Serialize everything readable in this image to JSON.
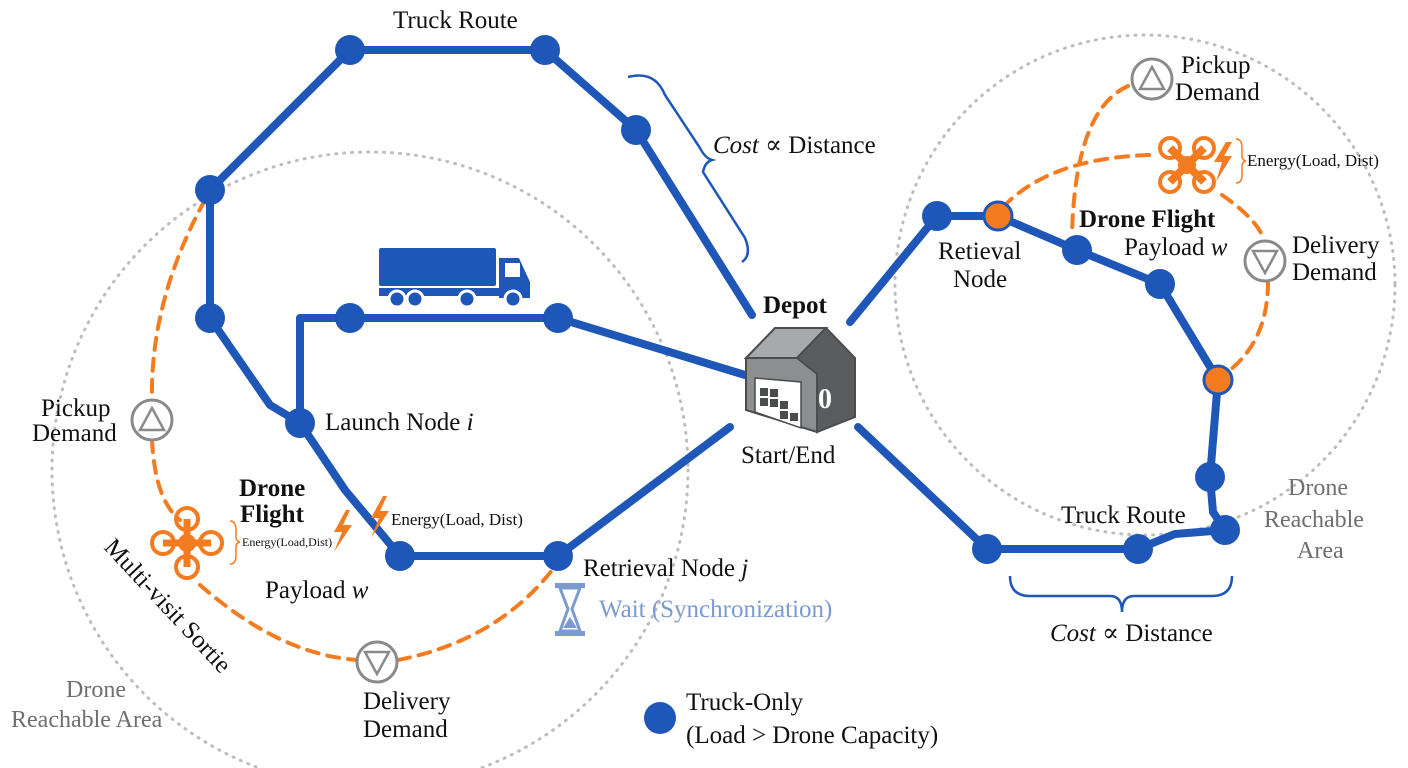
{
  "colors": {
    "truck": "#1f57b8",
    "drone": "#f47b20",
    "demand_ring": "#8a8a8a",
    "reach_area": "#bdbdbd",
    "depot_dark": "#5a5c5e",
    "depot_light": "#9a9c9e",
    "wait": "#7a9ad0",
    "text": "#111111",
    "grey_text": "#6f6f6f"
  },
  "labels": {
    "truck_route_top": "Truck Route",
    "cost_top": {
      "cost": "Cost",
      "rest": " ∝ Distance"
    },
    "depot": "Depot",
    "depot_number": "0",
    "start_end": "Start/End",
    "launch_node": {
      "text": "Launch Node ",
      "var": "i"
    },
    "retrieval_node_j": {
      "text": "Retrieval Node ",
      "var": "j"
    },
    "wait_sync": "Wait (Synchronization)",
    "energy_mid": "Energy(Load, Dist)",
    "left_drone_flight_1": "Drone",
    "left_drone_flight_2": "Flight",
    "left_energy_small": "Energy(Load,Dist)",
    "left_payload": {
      "text": "Payload ",
      "var": "w"
    },
    "multi_visit": "Multi-visit Sortie",
    "left_pickup_1": "Pickup",
    "left_pickup_2": "Demand",
    "left_delivery_1": "Delivery",
    "left_delivery_2": "Demand",
    "left_reach_1": "Drone",
    "left_reach_2": "Reachable Area",
    "right_pickup_1": "Pickup",
    "right_pickup_2": "Demand",
    "right_energy": "Energy(Load, Dist)",
    "right_drone_flight": "Drone Flight",
    "right_payload": {
      "text": "Payload ",
      "var": "w"
    },
    "right_retrieval_1": "Retieval",
    "right_retrieval_2": "Node",
    "right_delivery_1": "Delivery",
    "right_delivery_2": "Demand",
    "truck_route_right": "Truck Route",
    "right_reach_1": "Drone",
    "right_reach_2": "Reachable",
    "right_reach_3": "Area",
    "cost_bottom": {
      "cost": "Cost",
      "rest": " ∝ Distance"
    },
    "legend_1": "Truck-Only",
    "legend_2": "(Load > Drone Capacity)"
  },
  "icons": {
    "truck": "truck-icon",
    "depot": "warehouse-icon",
    "drone": "quadcopter-icon",
    "energy": "lightning-bolt-icon",
    "pickup": "triangle-up-icon",
    "delivery": "triangle-down-icon",
    "wait": "hourglass-icon"
  },
  "graph": {
    "node_types": {
      "truck": "truck-only node",
      "launch_retrieve": "drone launch / retrieval node"
    },
    "left_loop_nodes": 9,
    "right_loop_nodes": 9
  }
}
